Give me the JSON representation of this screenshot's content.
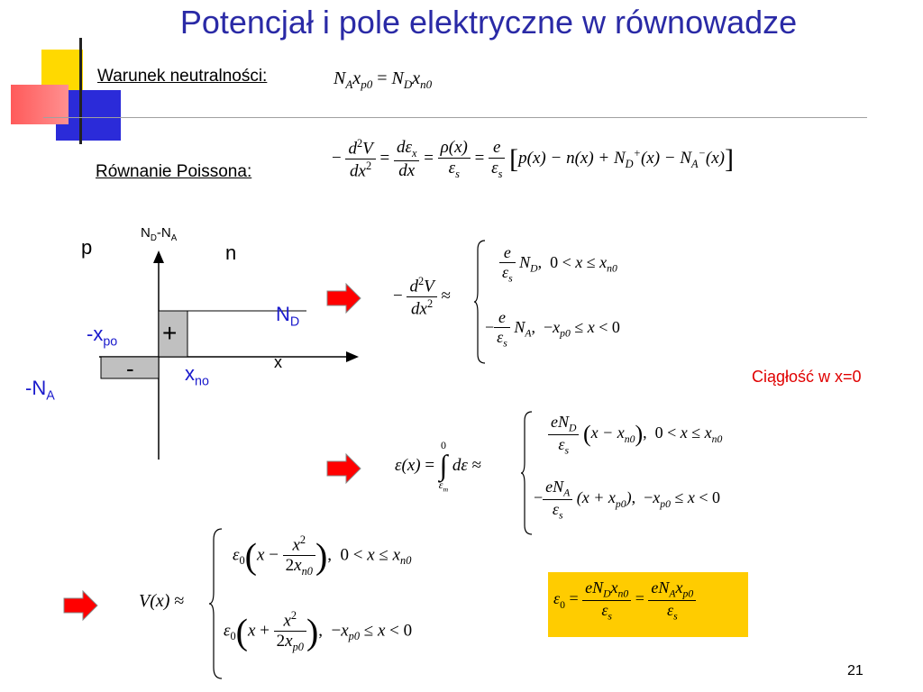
{
  "title": "Potencjał i pole elektryczne w równowadze",
  "labels": {
    "neutrality": "Warunek neutralności:",
    "poisson": "Równanie Poissona:"
  },
  "plot": {
    "axis_y_label_main": "N",
    "axis_y_label_sub1": "D",
    "axis_y_label_mid": "-N",
    "axis_y_label_sub2": "A",
    "region_p": "p",
    "region_n": "n",
    "nd_main": "N",
    "nd_sub": "D",
    "na_main": "-N",
    "na_sub": "A",
    "xpo_main": "-x",
    "xpo_sub": "po",
    "xno_main": "x",
    "xno_sub": "no",
    "x_axis": "x",
    "plus": "+",
    "minus": "-"
  },
  "continuity_note": "Ciągłość w x=0",
  "page_number": "21",
  "colors": {
    "title": "#2a2aa6",
    "blue_text": "#1a1acc",
    "arrow": "#ff0000",
    "note": "#e00000",
    "box": "#ffcc00"
  }
}
